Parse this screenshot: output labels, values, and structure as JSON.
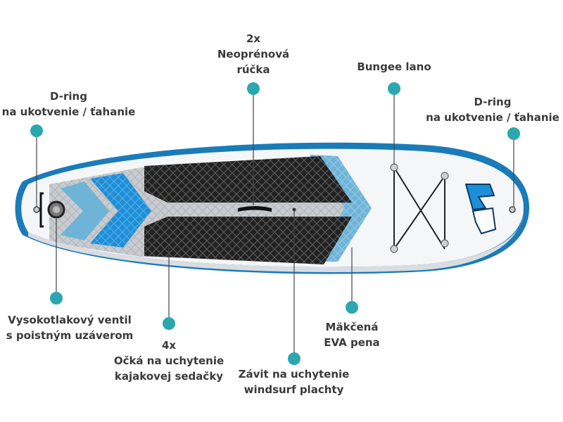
{
  "colors": {
    "dot": "#2aa7b0",
    "line": "#444444",
    "rail_blue": "#1a7bb8",
    "deck_black": "#222222",
    "chevron_blue": "#1d8fd8",
    "chevron_light": "#6fb4d8",
    "text": "#3a3a3a"
  },
  "callouts": [
    {
      "name": "dring-left",
      "lines": [
        "D-ring",
        "na ukotvenie / ťahanie"
      ]
    },
    {
      "name": "handle",
      "lines": [
        "2x",
        "Neoprénová",
        "rúčka"
      ]
    },
    {
      "name": "bungee",
      "lines": [
        "Bungee lano"
      ]
    },
    {
      "name": "dring-right",
      "lines": [
        "D-ring",
        "na ukotvenie / ťahanie"
      ]
    },
    {
      "name": "valve",
      "lines": [
        "Vysokotlakový ventil",
        "s poistným uzáverom"
      ]
    },
    {
      "name": "kayak-rings",
      "lines": [
        "4x",
        "Očká na uchytenie",
        "kajakovej sedačky"
      ]
    },
    {
      "name": "windsurf-thread",
      "lines": [
        "Závit na uchytenie",
        "windsurf plachty"
      ]
    },
    {
      "name": "eva-foam",
      "lines": [
        "Mäkčená",
        "EVA pena"
      ]
    }
  ]
}
